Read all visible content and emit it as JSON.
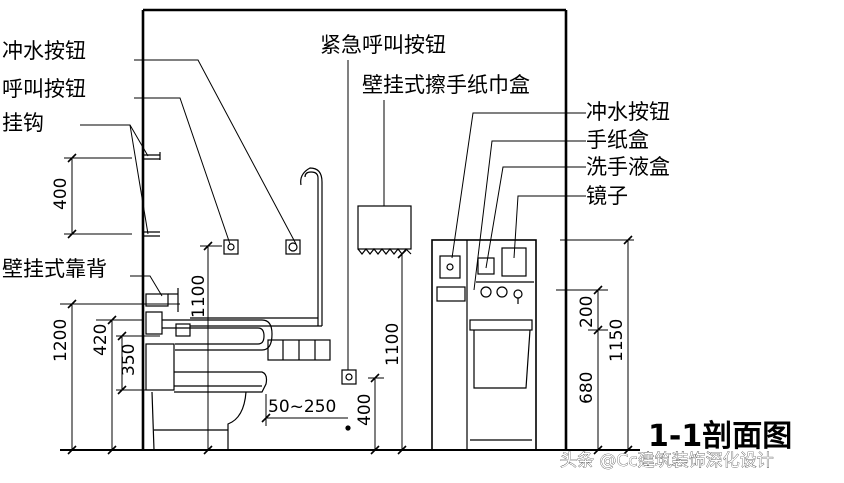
{
  "title": "1-1剖面图",
  "watermark": "头条 @Cc建筑装饰深化设计",
  "labels_left": {
    "flush_button": "冲水按钮",
    "call_button": "呼叫按钮",
    "hook": "挂钩",
    "backrest": "壁挂式靠背"
  },
  "labels_top": {
    "emergency_call": "紧急呼叫按钮",
    "paper_towel_box": "壁挂式擦手纸巾盒"
  },
  "labels_right": {
    "flush_button": "冲水按钮",
    "tissue_box": "手纸盒",
    "soap_box": "洗手液盒",
    "mirror": "镜子"
  },
  "dimensions": {
    "d400_hook": "400",
    "d1200": "1200",
    "d420": "420",
    "d350": "350",
    "d1100_left": "1100",
    "d1100_mid": "1100",
    "d50_250": "50~250",
    "d400_low": "400",
    "d200": "200",
    "d680": "680",
    "d1150": "1150"
  },
  "colors": {
    "line": "#000000",
    "background": "#ffffff"
  }
}
